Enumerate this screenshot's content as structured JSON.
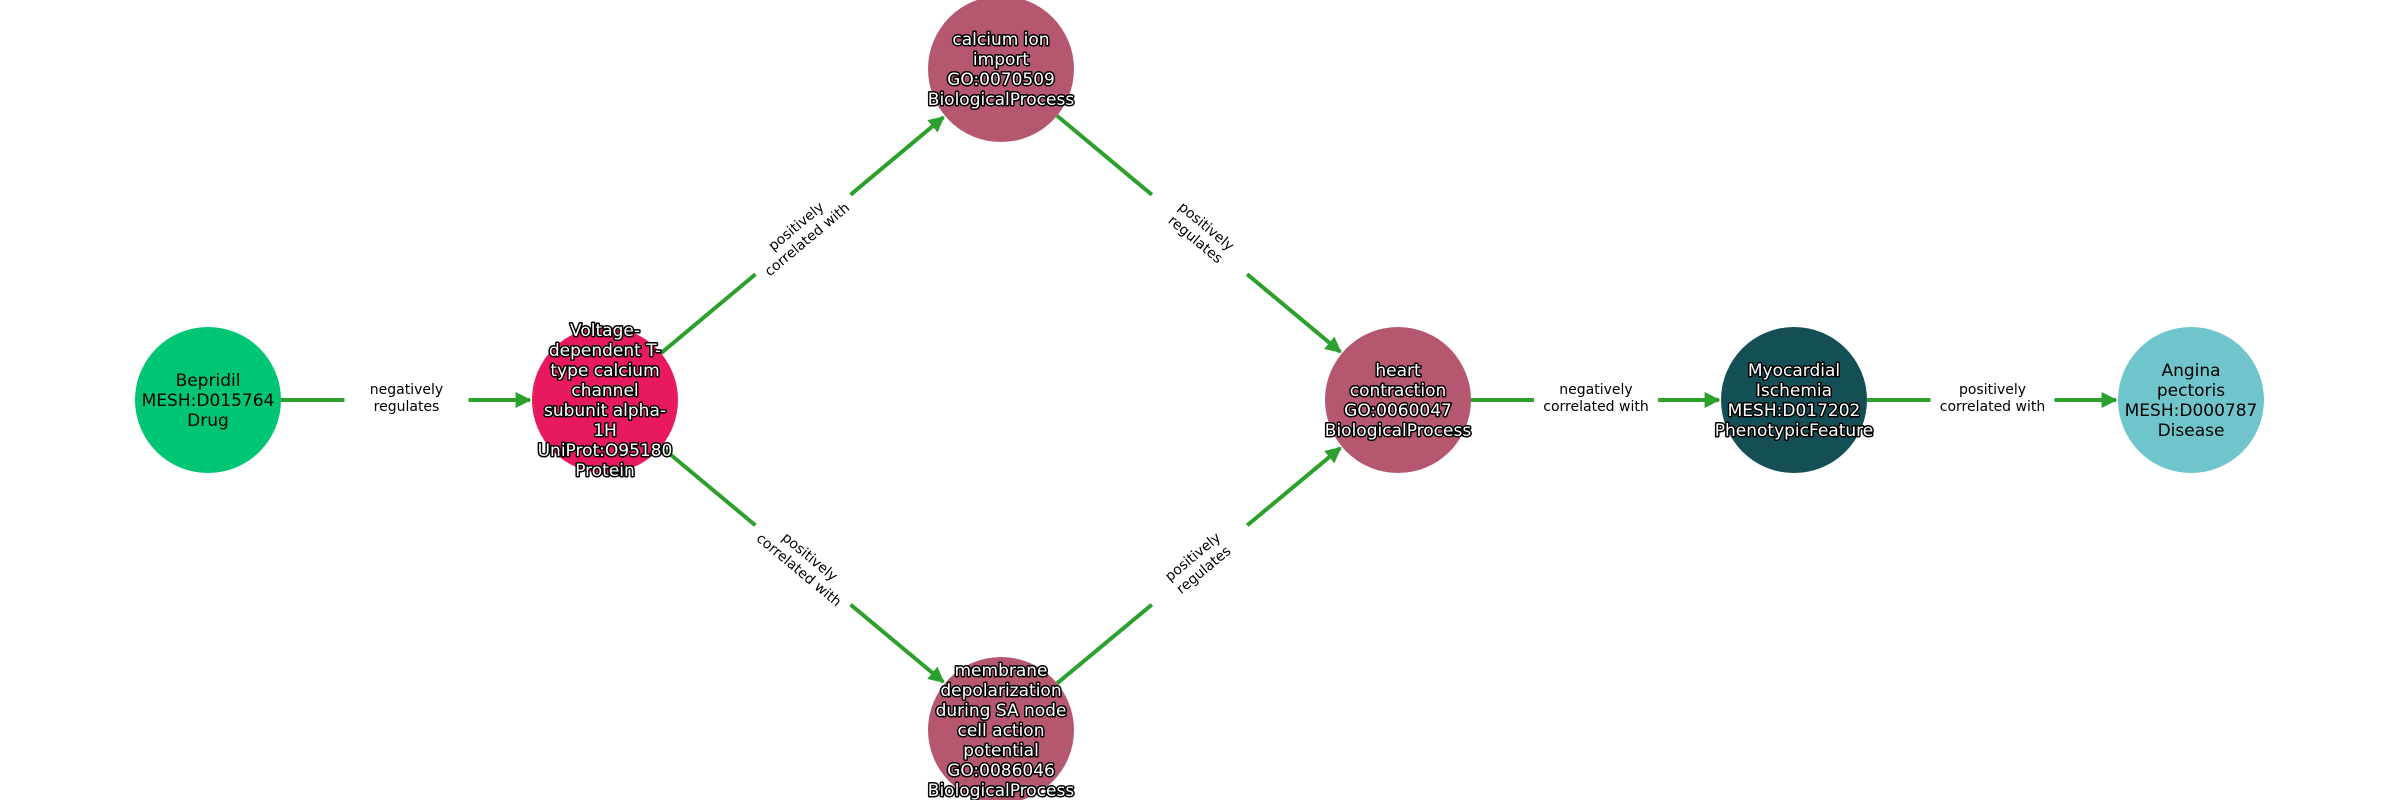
{
  "nodes": [
    {
      "id": "bepridil",
      "lines": [
        "Bepridil",
        "MESH:D015764",
        "Drug"
      ],
      "color": "#00c572",
      "outlined": false
    },
    {
      "id": "cacna1h",
      "lines": [
        "Voltage-",
        "dependent T-",
        "type calcium",
        "channel",
        "subunit alpha-",
        "1H",
        "UniProt:O95180",
        "Protein"
      ],
      "color": "#e8195f",
      "outlined": true
    },
    {
      "id": "calcium",
      "lines": [
        "calcium ion",
        "import",
        "GO:0070509",
        "BiologicalProcess"
      ],
      "color": "#b5586f",
      "outlined": true
    },
    {
      "id": "membrane",
      "lines": [
        "membrane",
        "depolarization",
        "during SA node",
        "cell action",
        "potential",
        "GO:0086046",
        "BiologicalProcess"
      ],
      "color": "#b5586f",
      "outlined": true
    },
    {
      "id": "heart",
      "lines": [
        "heart",
        "contraction",
        "GO:0060047",
        "BiologicalProcess"
      ],
      "color": "#b5586f",
      "outlined": true
    },
    {
      "id": "ischemia",
      "lines": [
        "Myocardial",
        "Ischemia",
        "MESH:D017202",
        "PhenotypicFeature"
      ],
      "color": "#154f56",
      "outlined": true
    },
    {
      "id": "angina",
      "lines": [
        "Angina",
        "pectoris",
        "MESH:D000787",
        "Disease"
      ],
      "color": "#6fc5cb",
      "outlined": false
    }
  ],
  "edges": [
    {
      "from": "bepridil",
      "to": "cacna1h",
      "lines": [
        "negatively",
        "regulates"
      ]
    },
    {
      "from": "cacna1h",
      "to": "calcium",
      "lines": [
        "positively",
        "correlated with"
      ]
    },
    {
      "from": "cacna1h",
      "to": "membrane",
      "lines": [
        "positively",
        "correlated with"
      ]
    },
    {
      "from": "calcium",
      "to": "heart",
      "lines": [
        "positively",
        "regulates"
      ]
    },
    {
      "from": "membrane",
      "to": "heart",
      "lines": [
        "positively",
        "regulates"
      ]
    },
    {
      "from": "heart",
      "to": "ischemia",
      "lines": [
        "negatively",
        "correlated with"
      ]
    },
    {
      "from": "ischemia",
      "to": "angina",
      "lines": [
        "positively",
        "correlated with"
      ]
    }
  ],
  "edge_color": "#2ca02c"
}
